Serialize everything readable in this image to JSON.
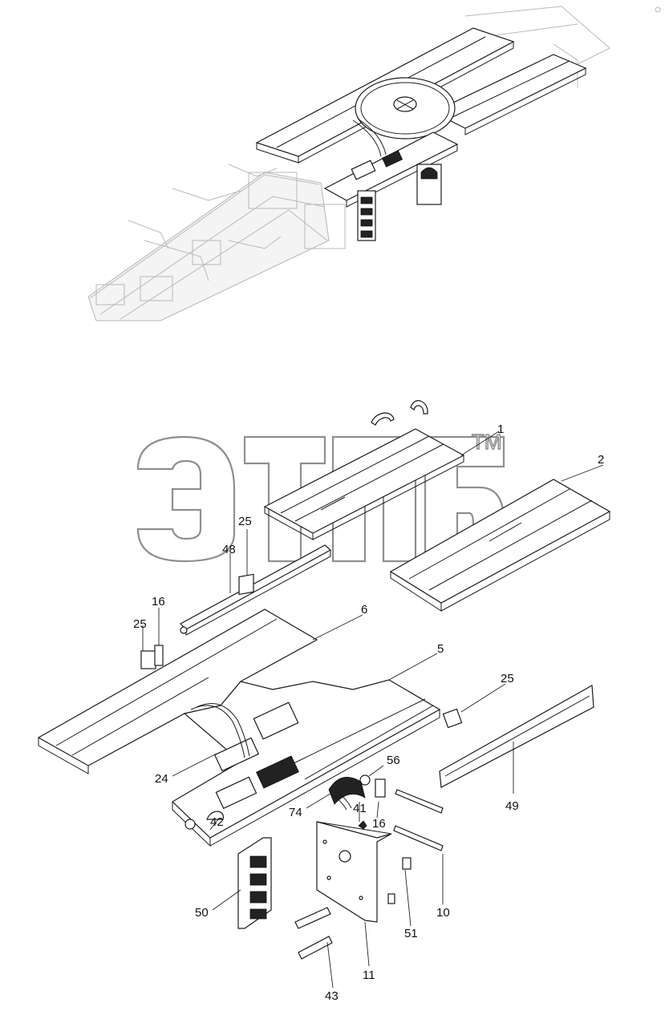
{
  "watermark": {
    "tm": "TM"
  },
  "callouts": [
    {
      "id": "1",
      "text": "1"
    },
    {
      "id": "2",
      "text": "2"
    },
    {
      "id": "25a",
      "text": "25"
    },
    {
      "id": "48",
      "text": "48"
    },
    {
      "id": "16a",
      "text": "16"
    },
    {
      "id": "25b",
      "text": "25"
    },
    {
      "id": "6",
      "text": "6"
    },
    {
      "id": "5",
      "text": "5"
    },
    {
      "id": "25c",
      "text": "25"
    },
    {
      "id": "24",
      "text": "24"
    },
    {
      "id": "56",
      "text": "56"
    },
    {
      "id": "49",
      "text": "49"
    },
    {
      "id": "74",
      "text": "74"
    },
    {
      "id": "41",
      "text": "41"
    },
    {
      "id": "42",
      "text": "42"
    },
    {
      "id": "16b",
      "text": "16"
    },
    {
      "id": "50",
      "text": "50"
    },
    {
      "id": "10",
      "text": "10"
    },
    {
      "id": "51",
      "text": "51"
    },
    {
      "id": "11",
      "text": "11"
    },
    {
      "id": "43",
      "text": "43"
    }
  ]
}
